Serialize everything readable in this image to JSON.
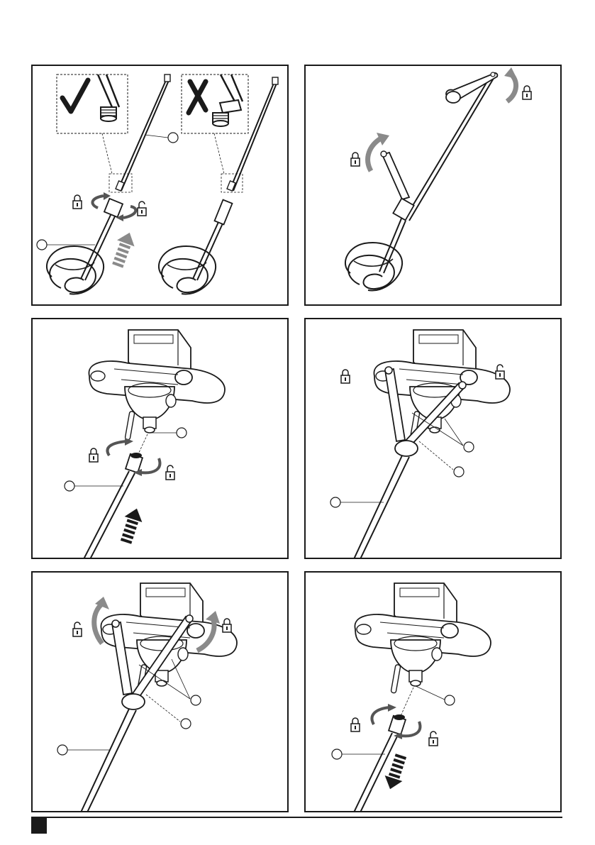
{
  "page": {
    "footer_marker_color": "#1a1a1a"
  },
  "figures": [
    {
      "id": "fig-attach-paddle-correct-incorrect",
      "icons": [
        "check-icon",
        "cross-icon",
        "lock-icon",
        "unlock-icon",
        "push-arrow-icon"
      ],
      "callouts": 2
    },
    {
      "id": "fig-spanners-on-paddle",
      "icons": [
        "lock-icon",
        "unlock-icon",
        "rotate-arrow-icon"
      ],
      "callouts": 0
    },
    {
      "id": "fig-screw-paddle-onto-mixer",
      "icons": [
        "lock-icon",
        "unlock-icon",
        "push-arrow-icon"
      ],
      "callouts": 2
    },
    {
      "id": "fig-tighten-with-spanners",
      "icons": [
        "lock-icon",
        "unlock-icon"
      ],
      "callouts": 3
    },
    {
      "id": "fig-loosen-with-spanners",
      "icons": [
        "lock-icon",
        "unlock-icon",
        "rotate-arrow-icon"
      ],
      "callouts": 3
    },
    {
      "id": "fig-remove-paddle",
      "icons": [
        "lock-icon",
        "unlock-icon",
        "pull-arrow-icon"
      ],
      "callouts": 2
    }
  ],
  "colors": {
    "line": "#1a1a1a",
    "arrow_fill": "#8a8a8a",
    "arrow_dark": "#2a2a2a"
  }
}
